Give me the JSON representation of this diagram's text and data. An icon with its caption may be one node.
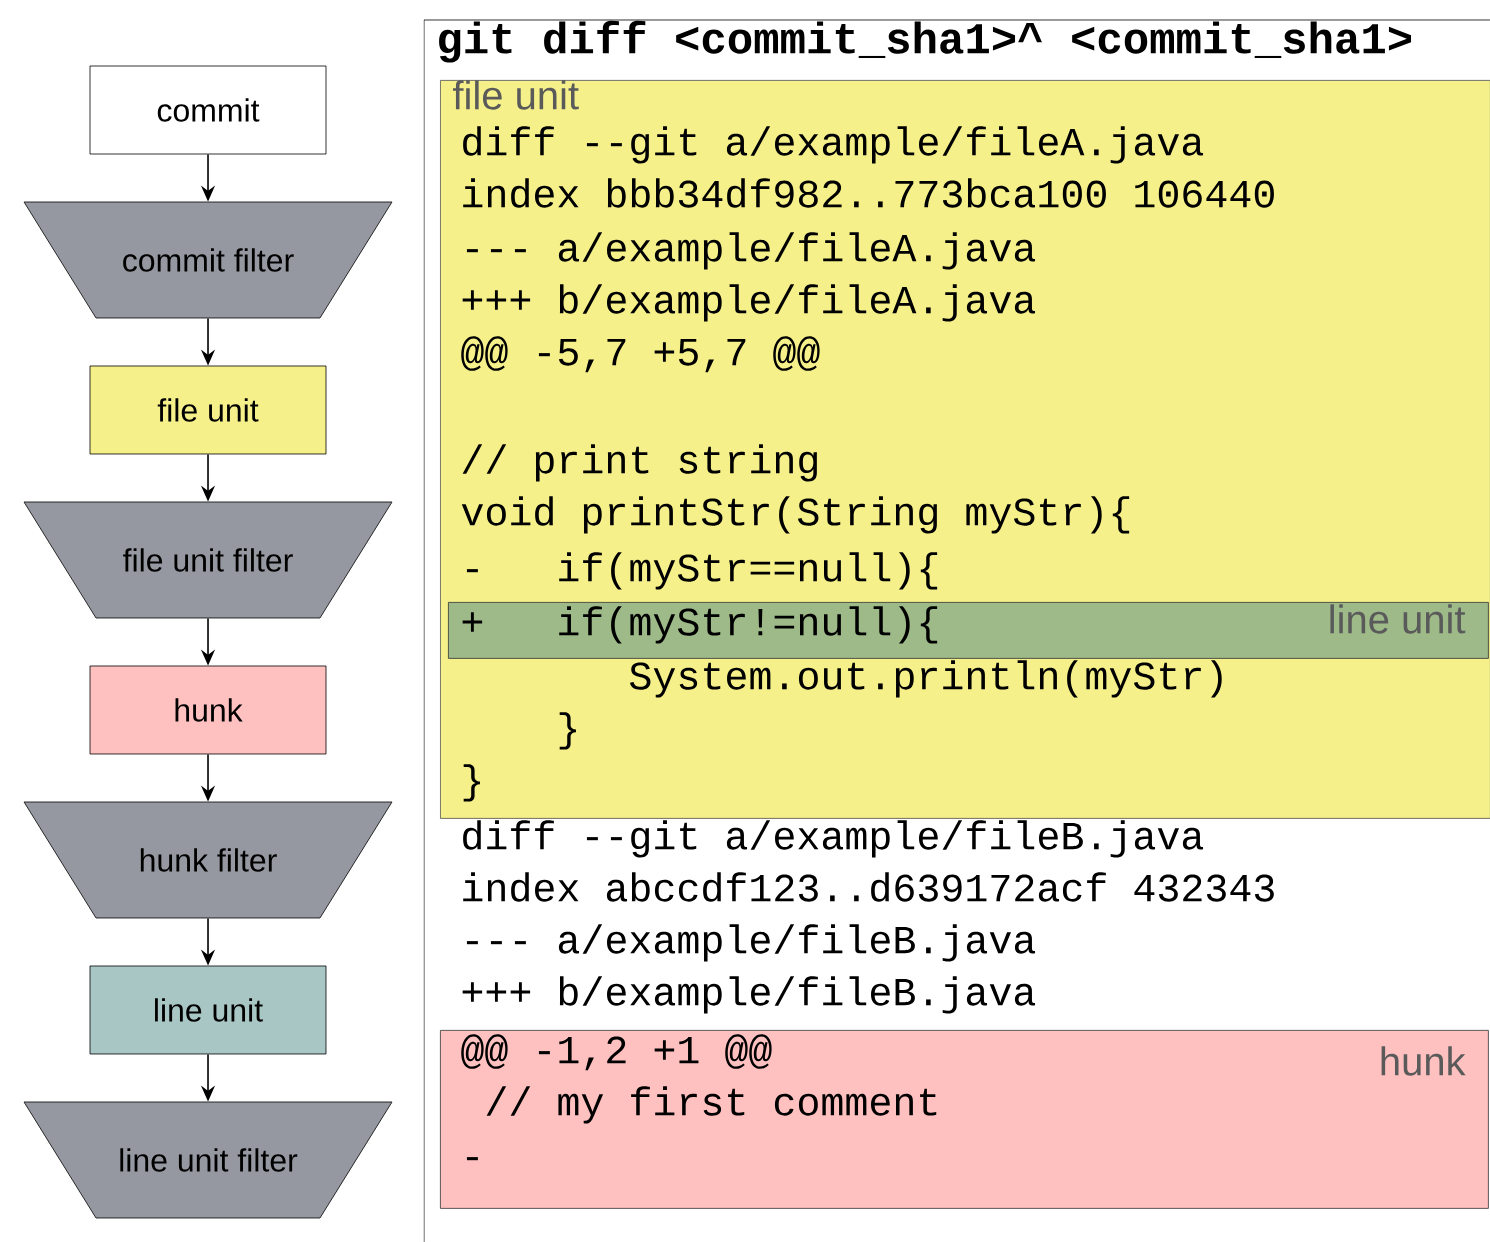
{
  "diagram": {
    "nodes": [
      {
        "text": [
          "commit"
        ]
      },
      {
        "text": [
          "commit filter"
        ]
      },
      {
        "text": [
          "file unit"
        ]
      },
      {
        "text": [
          "file unit filter"
        ]
      },
      {
        "text": [
          "hunk"
        ]
      },
      {
        "text": [
          "hunk filter"
        ]
      },
      {
        "text": [
          "line unit"
        ]
      },
      {
        "text": [
          "line unit filter"
        ]
      },
      {
        "text": [
          "git diff <commit_sha1>^ <commit_sha1>",
          "diff --git a/example/fileB.java",
          "index abccdf123..d639172acf 432343",
          "--- a/example/fileB.java",
          "+++ b/example/fileB.java"
        ]
      },
      {
        "text": [
          "file unit",
          "diff --git a/example/fileA.java",
          "index bbb34df982..773bca100 106440",
          "--- a/example/fileA.java",
          "+++ b/example/fileA.java",
          "@@ -5,7 +5,7 @@",
          "// print string",
          "void printStr(String myStr){",
          "-   if(myStr==null){",
          "       System.out.println(myStr)",
          "    }",
          "}"
        ],
        "in": 8
      },
      {
        "text": [
          "+   if(myStr!=null){",
          "line unit"
        ],
        "in": 9
      },
      {
        "text": [
          "@@ -1,2 +1 @@",
          " // my first comment",
          "-",
          "hunk"
        ],
        "in": 8
      }
    ],
    "edges": [
      {
        "from": 0,
        "to": 1,
        "arrow": "to"
      },
      {
        "from": 1,
        "to": 2,
        "arrow": "to"
      },
      {
        "from": 2,
        "to": 3,
        "arrow": "to"
      },
      {
        "from": 3,
        "to": 4,
        "arrow": "to"
      },
      {
        "from": 4,
        "to": 5,
        "arrow": "to"
      },
      {
        "from": 5,
        "to": 6,
        "arrow": "to"
      },
      {
        "from": 6,
        "to": 7,
        "arrow": "to"
      }
    ]
  }
}
